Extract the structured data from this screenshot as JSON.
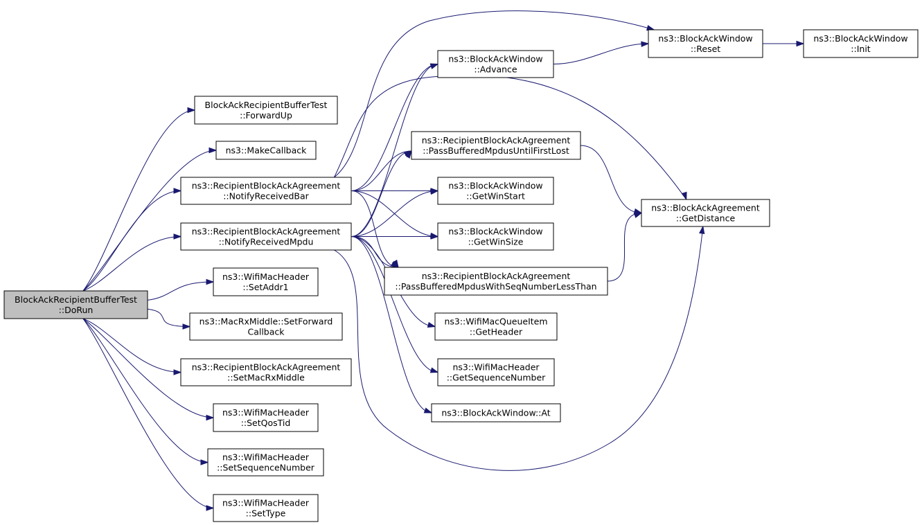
{
  "colors": {
    "edge": "#191970",
    "root_fill": "#bfbfbf",
    "node_fill": "#ffffff",
    "border": "#000000"
  },
  "nodes": {
    "dorun": [
      "BlockAckRecipientBufferTest",
      "::DoRun"
    ],
    "forwardup": [
      "BlockAckRecipientBufferTest",
      "::ForwardUp"
    ],
    "makecallback": [
      "ns3::MakeCallback"
    ],
    "notifybar": [
      "ns3::RecipientBlockAckAgreement",
      "::NotifyReceivedBar"
    ],
    "notifympdu": [
      "ns3::RecipientBlockAckAgreement",
      "::NotifyReceivedMpdu"
    ],
    "setaddr1": [
      "ns3::WifiMacHeader",
      "::SetAddr1"
    ],
    "setforward": [
      "ns3::MacRxMiddle::SetForward",
      "Callback"
    ],
    "setmacrx": [
      "ns3::RecipientBlockAckAgreement",
      "::SetMacRxMiddle"
    ],
    "setqostid": [
      "ns3::WifiMacHeader",
      "::SetQosTid"
    ],
    "setseqnum": [
      "ns3::WifiMacHeader",
      "::SetSequenceNumber"
    ],
    "settype": [
      "ns3::WifiMacHeader",
      "::SetType"
    ],
    "advance": [
      "ns3::BlockAckWindow",
      "::Advance"
    ],
    "passfirstlost": [
      "ns3::RecipientBlockAckAgreement",
      "::PassBufferedMpdusUntilFirstLost"
    ],
    "getwinstart": [
      "ns3::BlockAckWindow",
      "::GetWinStart"
    ],
    "getwinsize": [
      "ns3::BlockAckWindow",
      "::GetWinSize"
    ],
    "passlessthan": [
      "ns3::RecipientBlockAckAgreement",
      "::PassBufferedMpdusWithSeqNumberLessThan"
    ],
    "getheader": [
      "ns3::WifiMacQueueItem",
      "::GetHeader"
    ],
    "getseqnum": [
      "ns3::WifiMacHeader",
      "::GetSequenceNumber"
    ],
    "at": [
      "ns3::BlockAckWindow::At"
    ],
    "reset": [
      "ns3::BlockAckWindow",
      "::Reset"
    ],
    "init": [
      "ns3::BlockAckWindow",
      "::Init"
    ],
    "getdistance": [
      "ns3::BlockAckAgreement",
      "::GetDistance"
    ]
  },
  "edges": [
    [
      "dorun",
      "forwardup"
    ],
    [
      "dorun",
      "makecallback"
    ],
    [
      "dorun",
      "notifybar"
    ],
    [
      "dorun",
      "notifympdu"
    ],
    [
      "dorun",
      "setaddr1"
    ],
    [
      "dorun",
      "setforward"
    ],
    [
      "dorun",
      "setmacrx"
    ],
    [
      "dorun",
      "setqostid"
    ],
    [
      "dorun",
      "setseqnum"
    ],
    [
      "dorun",
      "settype"
    ],
    [
      "notifybar",
      "advance"
    ],
    [
      "notifybar",
      "passfirstlost"
    ],
    [
      "notifybar",
      "getwinstart"
    ],
    [
      "notifybar",
      "getwinsize"
    ],
    [
      "notifybar",
      "passlessthan"
    ],
    [
      "notifybar",
      "reset"
    ],
    [
      "notifybar",
      "getdistance"
    ],
    [
      "notifympdu",
      "advance"
    ],
    [
      "notifympdu",
      "passfirstlost"
    ],
    [
      "notifympdu",
      "getwinstart"
    ],
    [
      "notifympdu",
      "getwinsize"
    ],
    [
      "notifympdu",
      "passlessthan"
    ],
    [
      "notifympdu",
      "getheader"
    ],
    [
      "notifympdu",
      "getseqnum"
    ],
    [
      "notifympdu",
      "at"
    ],
    [
      "notifympdu",
      "getdistance"
    ],
    [
      "advance",
      "reset"
    ],
    [
      "reset",
      "init"
    ],
    [
      "passfirstlost",
      "getdistance"
    ],
    [
      "passlessthan",
      "getdistance"
    ]
  ]
}
